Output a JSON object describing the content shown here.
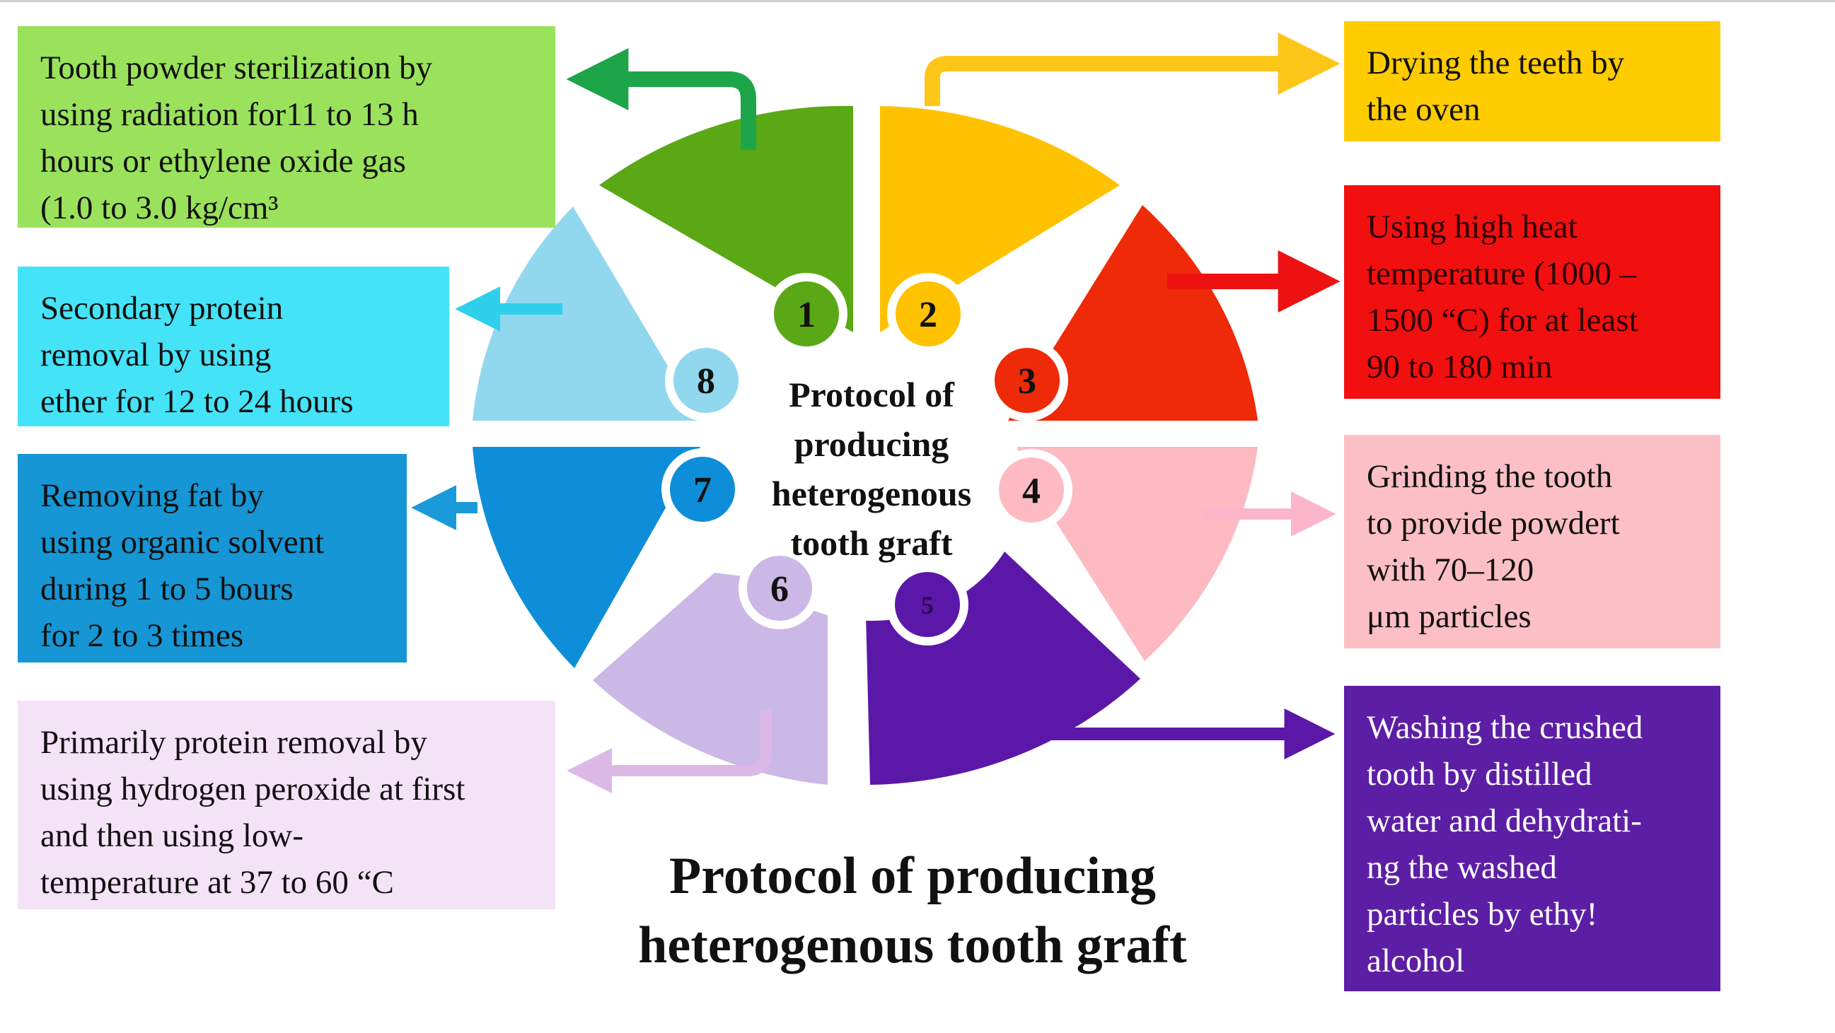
{
  "center_label": [
    "Protocol of",
    "producing",
    "heterogenous",
    "tooth graft"
  ],
  "title": [
    "Protocol of producing",
    "heterogenous tooth graft"
  ],
  "steps": [
    {
      "number": "1",
      "color": "#5aa815",
      "box_color": "#9ae25c",
      "lines": [
        "Tooth powder sterilization by",
        "using radiation for11 to 13 h",
        "hours or ethylene oxide gas",
        "(1.0 to 3.0 kg/cm³"
      ]
    },
    {
      "number": "2",
      "color": "#ffc200",
      "box_color": "#ffcc00",
      "lines": [
        "Drying the teeth by",
        "the oven"
      ]
    },
    {
      "number": "3",
      "color": "#ee2a08",
      "box_color": "#f20f0f",
      "lines": [
        "Using high heat",
        "temperature (1000 –",
        "1500 “C) for at least",
        "90 to 180 min"
      ]
    },
    {
      "number": "4",
      "color": "#fdbac3",
      "box_color": "#fcbfc6",
      "lines": [
        "Grinding the tooth",
        "to provide powdert",
        "with 70–120",
        "μm particles"
      ]
    },
    {
      "number": "5",
      "color": "#5b18a8",
      "box_color": "#5d1ea6",
      "lines": [
        "Washing the crushed",
        "tooth by distilled",
        "water and dehydrati-",
        "ng the washed",
        "particles by ethy!",
        "alcohol"
      ]
    },
    {
      "number": "6",
      "color": "#cbb8e6",
      "box_color": "#f4e2f6",
      "lines": [
        "Primarily protein removal by",
        "using hydrogen peroxide at first",
        "and then using low-",
        "temperature at 37 to 60 “C"
      ]
    },
    {
      "number": "7",
      "color": "#0e8ed8",
      "box_color": "#1696d4",
      "lines": [
        "Removing fat by",
        "using organic solvent",
        "during 1 to 5 bours",
        "for 2 to 3 times"
      ]
    },
    {
      "number": "8",
      "color": "#91d8ef",
      "box_color": "#45e3f7",
      "lines": [
        "Secondary protein",
        "removal by using",
        "ether for 12 to 24 hours"
      ]
    }
  ]
}
